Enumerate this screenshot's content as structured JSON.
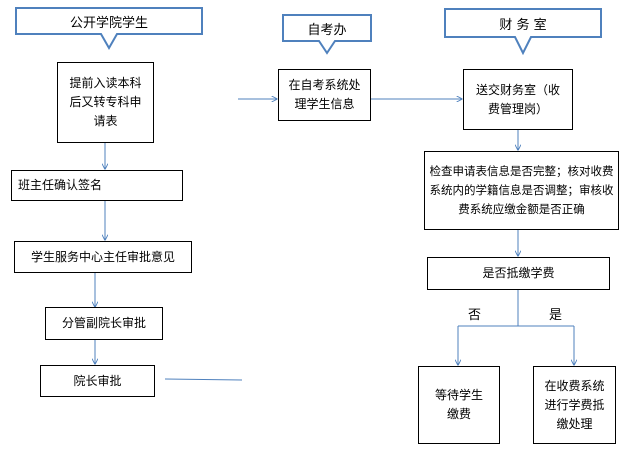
{
  "headers": {
    "college_students": "公开学院学生",
    "self_study_office": "自考办",
    "finance_office": "财 务 室"
  },
  "left_flow": {
    "apply_form": "提前入读本科后又转专科申请表",
    "class_teacher": "班主任确认签名",
    "service_center": "学生服务中心主任审批意见",
    "vice_president": "分管副院长审批",
    "president": "院长审批"
  },
  "middle_flow": {
    "process_info": "在自考系统处理学生信息"
  },
  "right_flow": {
    "send_finance": "送交财务室（收费管理岗）",
    "check_info": "检查申请表信息是否完整；核对收费系统内的学籍信息是否调整；审核收费系统应缴金额是否正确",
    "offset_decision": "是否抵缴学费",
    "branch_no": "否",
    "branch_yes": "是",
    "wait_payment": "等待学生缴费",
    "offset_process": "在收费系统进行学费抵缴处理"
  },
  "colors": {
    "header_stroke": "#4f81bd",
    "connector": "#4f81bd",
    "box_border": "#000000"
  }
}
